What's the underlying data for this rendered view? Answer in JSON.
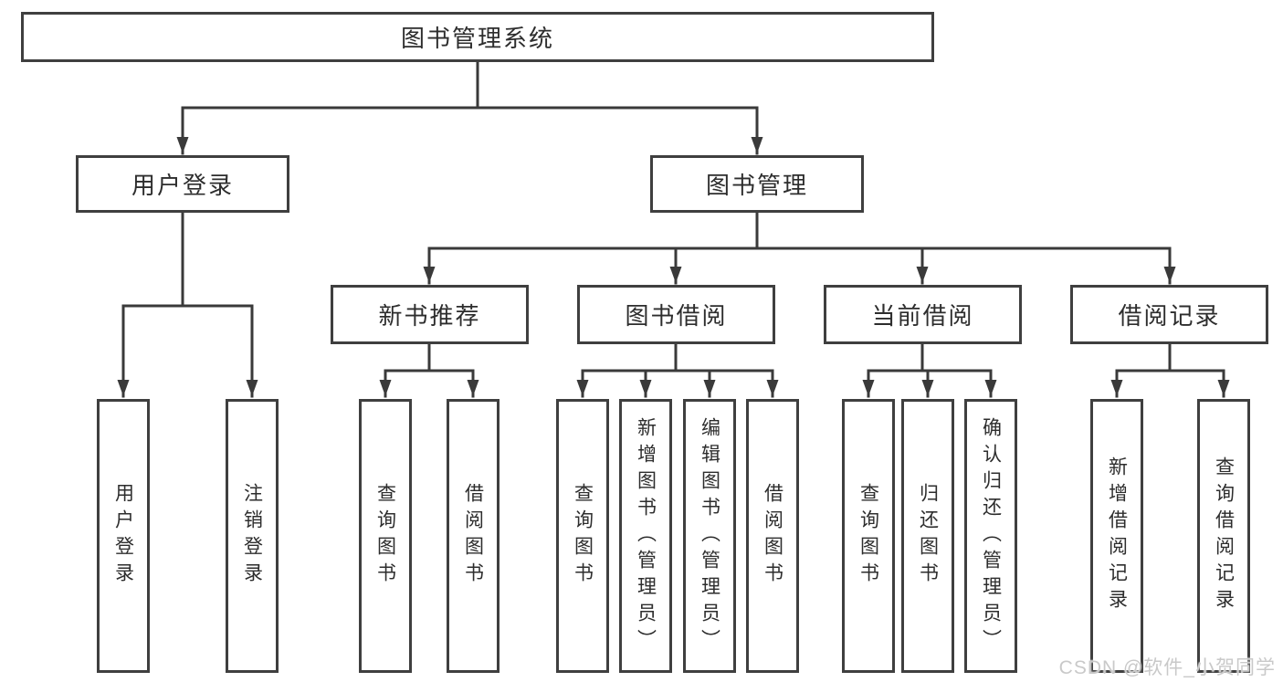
{
  "diagram": {
    "title": "图书管理系统",
    "level2": {
      "user_login": "用户登录",
      "book_management": "图书管理"
    },
    "level3": {
      "new_book_recommend": "新书推荐",
      "book_borrow": "图书借阅",
      "current_borrow": "当前借阅",
      "borrow_records": "借阅记录"
    },
    "leaves": {
      "login": "用户登录",
      "logout": "注销登录",
      "query_books_1": "查询图书",
      "borrow_books_1": "借阅图书",
      "query_books_2": "查询图书",
      "add_book": "新增图书（管理员）",
      "edit_book": "编辑图书（管理员）",
      "borrow_books_2": "借阅图书",
      "query_books_3": "查询图书",
      "return_book": "归还图书",
      "confirm_return": "确认归还（管理员）",
      "add_borrow_record": "新增借阅记录",
      "query_borrow_record": "查询借阅记录"
    }
  },
  "watermark": "CSDN @软件_小贺同学",
  "colors": {
    "line": "#3a3a3a",
    "box_border": "#3f3f3f",
    "text": "#2d2d2d",
    "watermark": "#c9c9c9",
    "background": "#ffffff"
  }
}
